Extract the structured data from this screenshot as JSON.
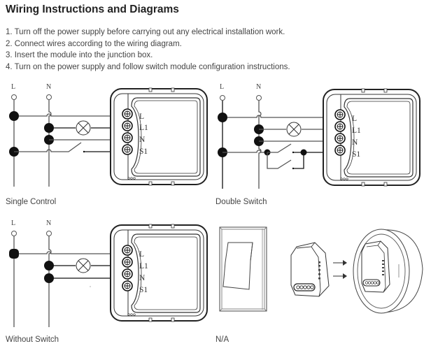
{
  "page": {
    "title": "Wiring Instructions and Diagrams",
    "steps": [
      "1. Turn off the power supply before carrying out any electrical installation work.",
      "2. Connect wires according to the wiring diagram.",
      "3. Insert the module into the junction box.",
      "4. Turn on the power supply and follow switch module configuration instructions."
    ]
  },
  "diagrams": [
    {
      "caption": "Single Control",
      "line_labels": [
        "L",
        "N"
      ],
      "terminals": [
        "L",
        "L1",
        "N",
        "S1"
      ],
      "icon": "single-control-wiring-diagram"
    },
    {
      "caption": "Double Switch",
      "line_labels": [
        "L",
        "N"
      ],
      "terminals": [
        "L",
        "L1",
        "N",
        "S1"
      ],
      "icon": "double-switch-wiring-diagram"
    },
    {
      "caption": "Without Switch",
      "line_labels": [
        "L",
        "N"
      ],
      "terminals": [
        "L",
        "L1",
        "N",
        "S1"
      ],
      "icon": "without-switch-wiring-diagram"
    },
    {
      "caption": "N/A",
      "icon": "junction-box-installation-illustration"
    }
  ]
}
